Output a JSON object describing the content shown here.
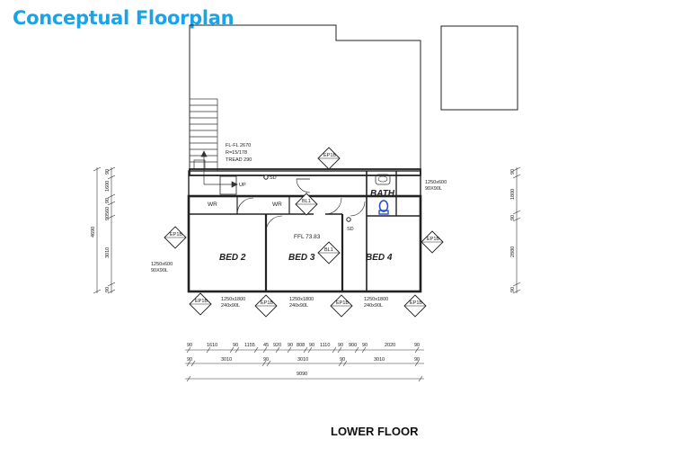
{
  "header": {
    "title": "Conceptual Floorplan"
  },
  "caption": "LOWER FLOOR",
  "rooms": {
    "bed2": "BED 2",
    "bed3": "BED 3",
    "bed4": "BED 4",
    "bath": "BATH",
    "wr1": "WR",
    "wr2": "WR"
  },
  "stair": {
    "fl": "FL-FL 2670",
    "riser": "R=15/178",
    "tread": "TREAD 290",
    "up": "UP"
  },
  "level": "FFL 73.83",
  "sd": {
    "a": "SD",
    "b": "SD"
  },
  "windows": {
    "left": [
      "1250x600",
      "90X90L"
    ],
    "right": [
      "1250x600",
      "90X90L"
    ],
    "bottom1": [
      "1250x1800",
      "240x90L"
    ],
    "bottom2": [
      "1250x1800",
      "240x90L"
    ],
    "bottom3": [
      "1250x1800",
      "240x90L"
    ]
  },
  "tags": {
    "ep1b": "EP1B",
    "bl1": "BL1",
    "diamond": [
      "EP1B",
      "EP1B",
      "EP1B",
      "EP1B",
      "EP1B",
      "EP1B",
      "EP1B",
      "BL1",
      "BL1"
    ]
  },
  "dims": {
    "left_total": "4690",
    "left_parts": [
      "90",
      "1600",
      "90",
      "560",
      "90",
      "3010",
      "90"
    ],
    "right_parts": [
      "90",
      "1800",
      "90",
      "2880",
      "90"
    ],
    "bottom_row1": [
      "90",
      "1610",
      "90",
      "1155",
      "45",
      "920",
      "90",
      "808",
      "90",
      "1110",
      "90",
      "900",
      "90",
      "2020",
      "90"
    ],
    "bottom_row2": [
      "90",
      "3010",
      "90",
      "3010",
      "90",
      "3010",
      "90"
    ],
    "bottom_total": "9090"
  }
}
